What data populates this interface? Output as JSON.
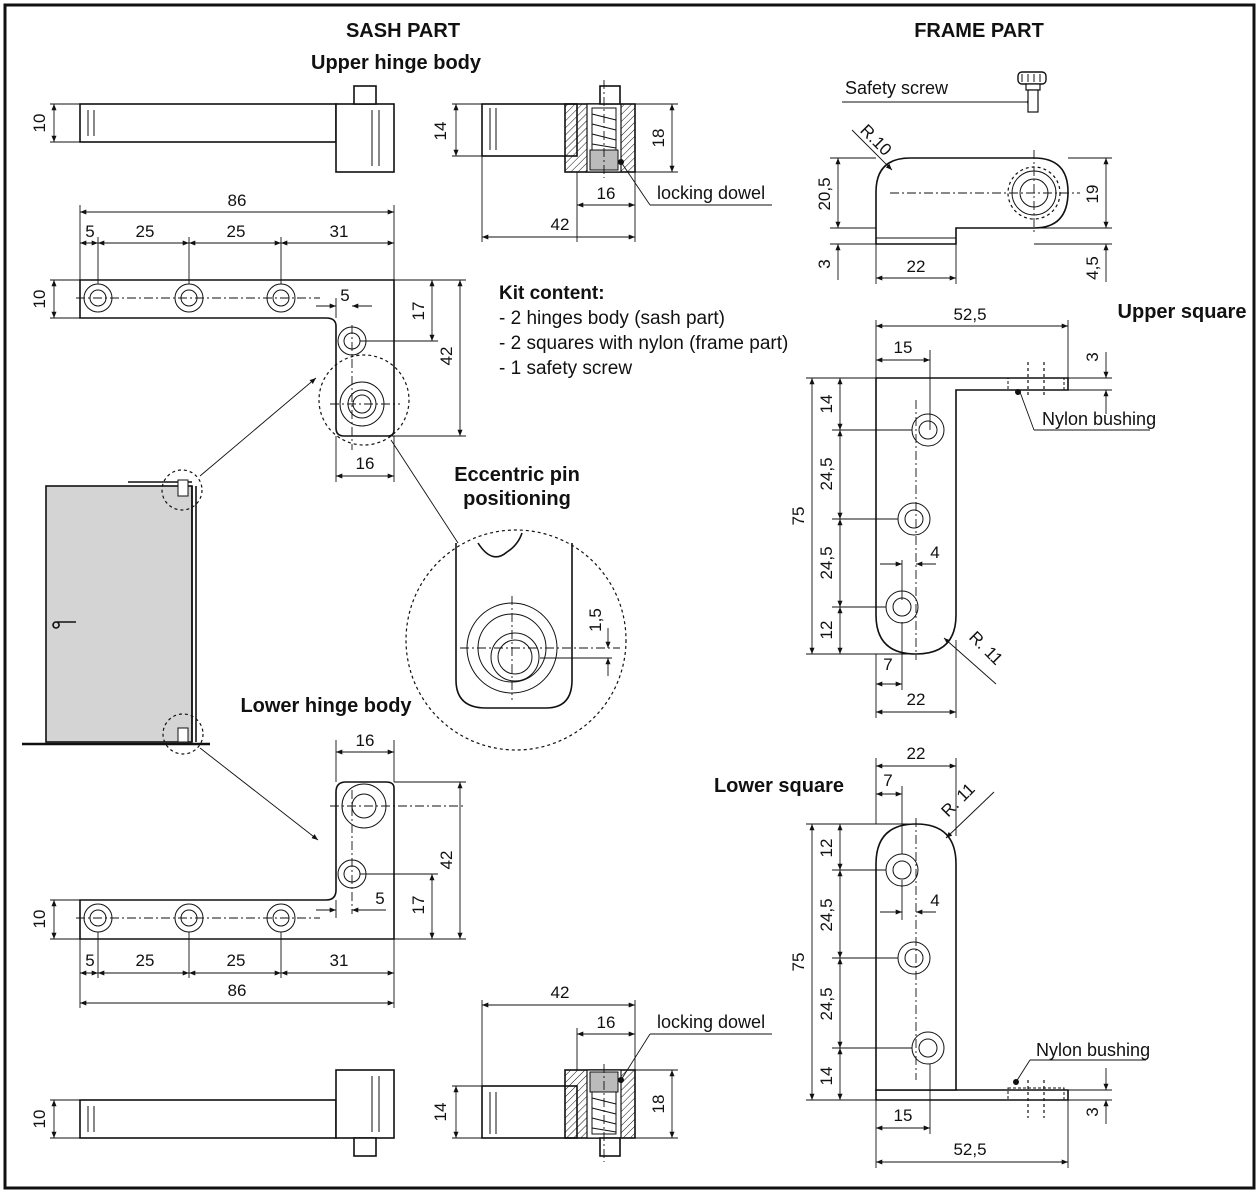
{
  "headings": {
    "sash_part": "SASH PART",
    "frame_part": "FRAME PART",
    "upper_hinge_body": "Upper hinge body",
    "lower_hinge_body": "Lower hinge body",
    "upper_square": "Upper square",
    "lower_square": "Lower square",
    "eccentric_pin_1": "Eccentric pin",
    "eccentric_pin_2": "positioning"
  },
  "callouts": {
    "locking_dowel": "locking dowel",
    "safety_screw": "Safety screw",
    "nylon_bushing": "Nylon bushing"
  },
  "kit": {
    "title": "Kit content:",
    "items": [
      "- 2 hinges body (sash part)",
      "- 2 squares with nylon (frame part)",
      "- 1 safety screw"
    ]
  },
  "dims": {
    "uh_side_10": "10",
    "uh_side_14": "14",
    "uh_side_18": "18",
    "uh_side_16": "16",
    "uh_side_42": "42",
    "uh_top_86": "86",
    "uh_top_5": "5",
    "uh_top_25a": "25",
    "uh_top_25b": "25",
    "uh_top_31": "31",
    "uh_top_10": "10",
    "uh_top_17": "17",
    "uh_top_42": "42",
    "uh_top_5b": "5",
    "uh_top_16": "16",
    "ecc_15": "1,5",
    "lh_16": "16",
    "lh_42": "42",
    "lh_17": "17",
    "lh_5b": "5",
    "lh_10": "10",
    "lh_5": "5",
    "lh_25a": "25",
    "lh_25b": "25",
    "lh_31": "31",
    "lh_86": "86",
    "lh_side_42": "42",
    "lh_side_16": "16",
    "lh_side_14": "14",
    "lh_side_18": "18",
    "lh_side_10": "10",
    "fr_r10": "R.10",
    "fr_205": "20,5",
    "fr_19": "19",
    "fr_3": "3",
    "fr_22": "22",
    "fr_45": "4,5",
    "us_525": "52,5",
    "us_15": "15",
    "us_3": "3",
    "us_14": "14",
    "us_245a": "24,5",
    "us_75": "75",
    "us_245b": "24,5",
    "us_4": "4",
    "us_12": "12",
    "us_7": "7",
    "us_22": "22",
    "us_r11": "R. 11",
    "ls_22": "22",
    "ls_7": "7",
    "ls_r11": "R. 11",
    "ls_12": "12",
    "ls_4": "4",
    "ls_245a": "24,5",
    "ls_75": "75",
    "ls_245b": "24,5",
    "ls_14": "14",
    "ls_3": "3",
    "ls_15": "15",
    "ls_525": "52,5"
  }
}
